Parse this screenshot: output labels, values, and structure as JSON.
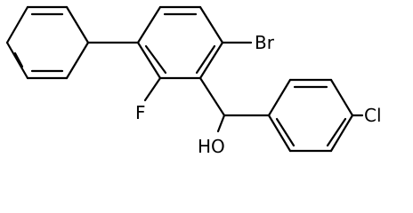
{
  "structure": {
    "atom_labels": {
      "bromine": "Br",
      "fluorine": "F",
      "chlorine": "Cl",
      "hydroxyl": "HO"
    },
    "colors": {
      "bond": "#000000",
      "label": "#000000",
      "background": "#ffffff"
    }
  }
}
